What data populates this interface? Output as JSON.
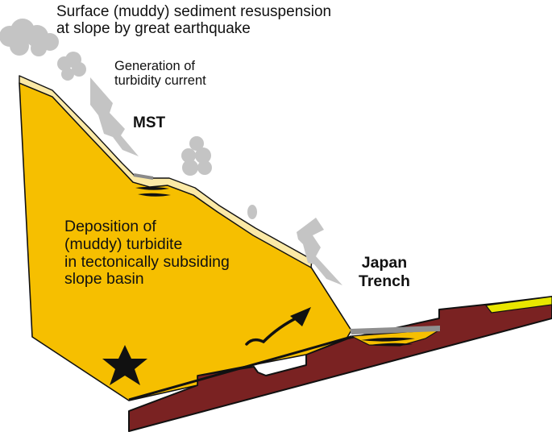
{
  "labels": {
    "resuspension": [
      "Surface (muddy) sediment resuspension",
      "at slope by great earthquake"
    ],
    "turbidity": [
      "Generation of",
      "turbidity current"
    ],
    "mst": "MST",
    "deposition": [
      "Deposition of",
      "(muddy) turbidite",
      "in tectonically subsiding",
      "slope basin"
    ],
    "trench": [
      "Japan",
      "Trench"
    ]
  },
  "colors": {
    "slope_body": "#f6bf00",
    "surface_sediment": "#fbe9a6",
    "oceanic_crust": "#7a2222",
    "trench_sediment": "#e9e600",
    "cloud": "#c4c4c4",
    "arrow": "#111111",
    "star": "#111111",
    "outline": "#111111"
  },
  "icons": {
    "epicenter": "star-icon",
    "plate_motion": "curved-arrow-icon"
  }
}
